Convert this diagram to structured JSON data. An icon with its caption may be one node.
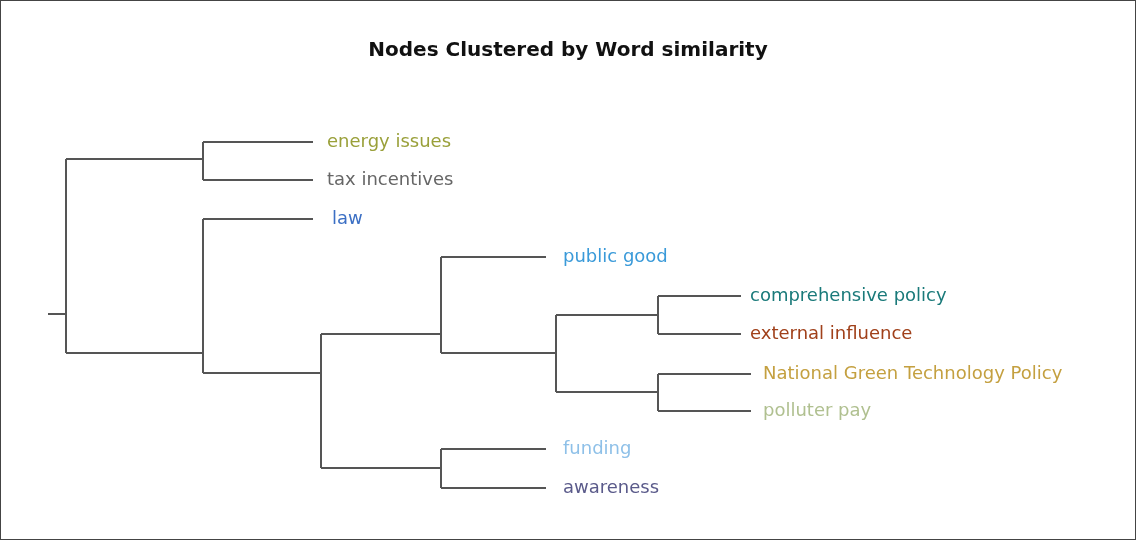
{
  "diagram": {
    "title": "Nodes Clustered by Word similarity",
    "labels": [
      "energy issues",
      "tax incentives",
      "law",
      "public good",
      "comprehensive policy",
      "external influence",
      "National Green Technology Policy",
      "polluter pay",
      "funding",
      "awareness"
    ]
  }
}
